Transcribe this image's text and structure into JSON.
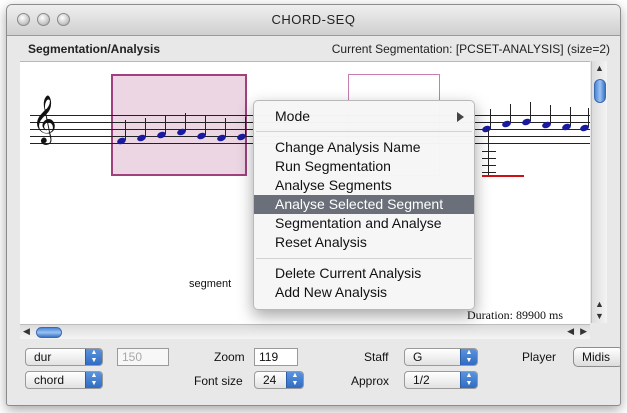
{
  "window": {
    "title": "CHORD-SEQ"
  },
  "header": {
    "panel_title": "Segmentation/Analysis",
    "current_segmentation": "Current Segmentation:  [PCSET-ANALYSIS] (size=2)"
  },
  "score": {
    "segment_label": "segment",
    "duration": "Duration: 89900 ms"
  },
  "context_menu": {
    "items": [
      {
        "label": "Mode",
        "submenu": true
      },
      {
        "label": "Change Analysis Name"
      },
      {
        "label": "Run Segmentation"
      },
      {
        "label": "Analyse Segments"
      },
      {
        "label": "Analyse Selected Segment",
        "highlighted": true
      },
      {
        "label": "Segmentation and Analyse"
      },
      {
        "label": "Reset Analysis"
      },
      {
        "label": "Delete Current Analysis"
      },
      {
        "label": "Add New Analysis"
      }
    ]
  },
  "controls": {
    "dur_select": "dur",
    "chord_select": "chord",
    "dur_value": "150",
    "zoom_label": "Zoom",
    "zoom_value": "119",
    "font_size_label": "Font size",
    "font_size_value": "24",
    "staff_label": "Staff",
    "staff_value": "G",
    "approx_label": "Approx",
    "approx_value": "1/2",
    "player_label": "Player",
    "player_value": "Midis"
  },
  "colors": {
    "segment_border": "#a0417e",
    "segment_fill": "#ecd6e4",
    "note_color": "#1a1aa0",
    "accent_red": "#d01010",
    "menu_highlight": "#6a6f79"
  }
}
